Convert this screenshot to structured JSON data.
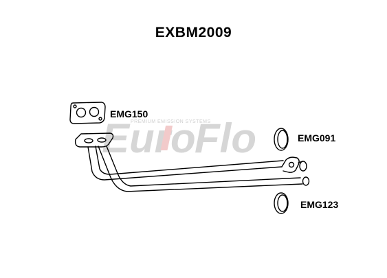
{
  "diagram": {
    "title": "EXBM2009",
    "watermark": {
      "brand_part1": "Euro",
      "brand_part2": "Flo",
      "tagline": "PREMIUM EMISSION SYSTEMS"
    },
    "parts": [
      {
        "id": "EMG150",
        "label": "EMG150",
        "kind": "gasket"
      },
      {
        "id": "EMG091",
        "label": "EMG091",
        "kind": "ring"
      },
      {
        "id": "EMG123",
        "label": "EMG123",
        "kind": "ring"
      }
    ],
    "colors": {
      "line": "#000000",
      "watermark_dark": "#d6d6d6",
      "watermark_red": "#f2caca"
    }
  }
}
